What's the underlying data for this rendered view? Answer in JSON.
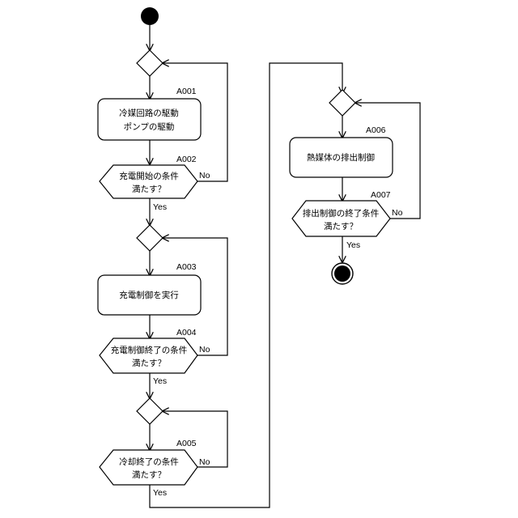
{
  "activities": {
    "a001": {
      "id": "A001",
      "line1": "冷媒回路の駆動",
      "line2": "ポンプの駆動"
    },
    "a003": {
      "id": "A003",
      "line1": "充電制御を実行"
    },
    "a006": {
      "id": "A006",
      "line1": "熱媒体の排出制御"
    }
  },
  "decisions": {
    "a002": {
      "id": "A002",
      "line1": "充電開始の条件",
      "line2": "満たす？",
      "yes": "Yes",
      "no": "No"
    },
    "a004": {
      "id": "A004",
      "line1": "充電制御終了の条件",
      "line2": "満たす？",
      "yes": "Yes",
      "no": "No"
    },
    "a005": {
      "id": "A005",
      "line1": "冷却終了の条件",
      "line2": "満たす？",
      "yes": "Yes",
      "no": "No"
    },
    "a007": {
      "id": "A007",
      "line1": "排出制御の終了条件",
      "line2": "満たす？",
      "yes": "Yes",
      "no": "No"
    }
  },
  "colors": {
    "line": "#000000",
    "fill": "#ffffff",
    "node": "#000000"
  }
}
